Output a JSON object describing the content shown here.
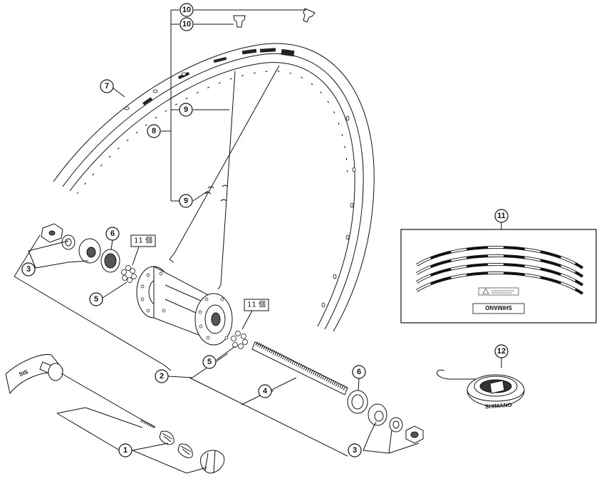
{
  "labels": {
    "l1": "1",
    "l2": "2",
    "l3a": "3",
    "l3b": "3",
    "l4": "4",
    "l5a": "5",
    "l5b": "5",
    "l6a": "6",
    "l6b": "6",
    "l7": "7",
    "l8": "8",
    "l9a": "9",
    "l9b": "9",
    "l10a": "10",
    "l10b": "10",
    "l11": "11",
    "l12": "12"
  },
  "counts": {
    "balls_left": "11 個",
    "balls_right": "11 個"
  },
  "brand": {
    "sticker": "SHIMANO",
    "tape": "SHIMANO"
  },
  "colors": {
    "line": "#111111",
    "background": "#ffffff",
    "shade": "#555555"
  }
}
